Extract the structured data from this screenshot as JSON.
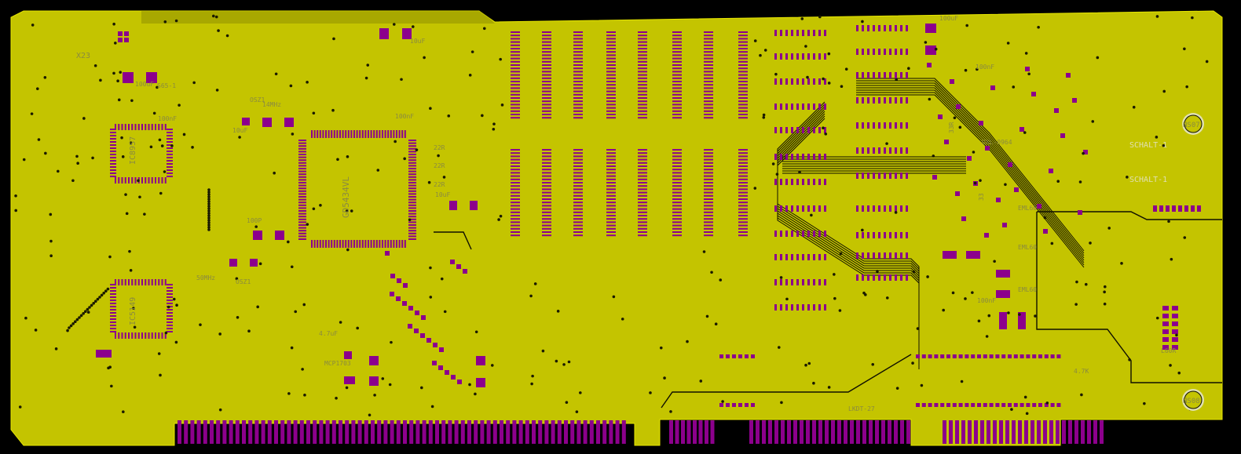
{
  "colors": {
    "board": "#c4c400",
    "copper_pad": "#8c008c",
    "background": "#000000",
    "silkscreen": "#8a8a40",
    "silk_white": "#e0e0b0",
    "trace": "#101000",
    "via": "#1a1a00"
  },
  "labels": {
    "x23": "X23",
    "c100uf_top": "10uF",
    "c100uf_right": "100uF",
    "c100uf_mid": "100uF",
    "s65": "S65-1",
    "c100nf_a": "100nF",
    "osz1": "OSZ1",
    "mhz14": "14MHz",
    "c10uf_a": "10uF",
    "c100nf_b": "100nF",
    "c100p": "100P",
    "ic_left1": "IC8957",
    "ic_left2": "IC5149",
    "gd5434": "GD5434VL",
    "r22_a": "22R",
    "r22_b": "22R",
    "r22_c": "22R",
    "c10uf_b": "10uF",
    "osz2": "OSZ1",
    "mhz_b": "50MHz",
    "c47uf": "4.7uF",
    "mcp": "MCP1703",
    "c100nf_c": "100nF",
    "schalt1_a": "SCHALT-1",
    "schalt1_b": "SCHALT-1",
    "ns07": "NS07",
    "ns08": "NS08",
    "eml_a": "EML60",
    "eml_b": "EML60",
    "eml_c": "EML60",
    "r33": "33R",
    "uxl": "UXL-0964",
    "r47k": "4.7K",
    "lkdt": "LKDT-27",
    "l60r": "L60R",
    "c100nf_d": "100nF",
    "r33b": "33"
  },
  "connectors": {
    "edge_main_pins": 70,
    "edge_b1_pins": 8,
    "edge_b2_pins": 26,
    "edge_b3_pins": 26
  }
}
